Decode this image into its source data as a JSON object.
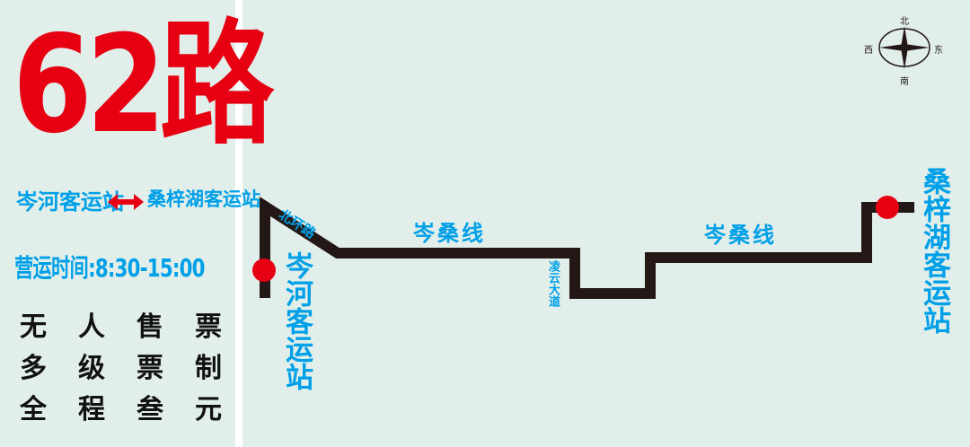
{
  "route": {
    "number_title": "62路",
    "from_stop": "岑河客运站",
    "to_stop": "桑梓湖客运站",
    "operating_hours": "营运时间:8:30-15:00",
    "rules": [
      [
        "无",
        "人",
        "售",
        "票"
      ],
      [
        "多",
        "级",
        "票",
        "制"
      ],
      [
        "全",
        "程",
        "叁",
        "元"
      ]
    ]
  },
  "map": {
    "start_stop_label": "岑河客运站",
    "end_stop_label": "桑梓湖客运站",
    "roads": [
      "北环路",
      "岑桑线",
      "岑桑线",
      "凌云大道"
    ],
    "compass": {
      "north": "北",
      "south": "南",
      "east": "东",
      "west": "西"
    }
  },
  "colors": {
    "background": "#e1eee9",
    "accent_red": "#e60012",
    "label_blue": "#00a0e9",
    "route_line": "#231815"
  }
}
